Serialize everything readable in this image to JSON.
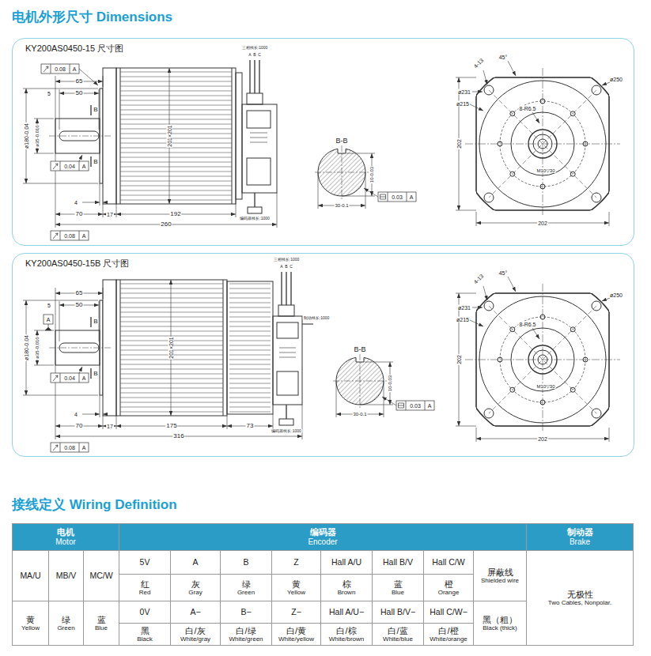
{
  "diagram": {
    "title": "电机外形尺寸 Dimensions",
    "nodes": [
      {
        "text": [
          "KY200AS0450-15 尺寸图"
        ]
      },
      {
        "text": [
          "KY200AS0450-15B 尺寸图"
        ]
      }
    ],
    "labels": [
      "0.08",
      "A",
      "65",
      "5",
      "50",
      "B",
      "ø180-0.04",
      "ø35-0.016",
      "B",
      "0.04",
      "A",
      "201×201",
      "4",
      "70",
      "17",
      "192",
      "260",
      "0.08",
      "A",
      "三相线长:1000",
      "A",
      "B",
      "C",
      "编码器线长:1000",
      "B-B",
      "10-0.03",
      "30-0.1",
      "0.03",
      "A",
      "4-13",
      "45°",
      "ø231",
      "ø250",
      "ø215",
      "8-R6.5",
      "202",
      "M10▽30",
      "202",
      "65",
      "5",
      "50",
      "A",
      "B",
      "ø180-0.04",
      "ø35-0.016",
      "B",
      "0.04",
      "A",
      "201×201",
      "4",
      "70",
      "17",
      "175",
      "73",
      "316",
      "0.08",
      "A",
      "三相线长:1000",
      "A",
      "B",
      "C",
      "制动线长:1000",
      "编码器线长:1000",
      "B-B",
      "10-0.03",
      "30-0.1",
      "0.03",
      "A",
      "4-13",
      "45°",
      "ø231",
      "ø250",
      "ø215",
      "8-R6.5",
      "202",
      "M10▽30",
      "202",
      "接线定义 Wiring Definition",
      "电机",
      "Motor",
      "编码器",
      "Encoder",
      "制动器",
      "Brake",
      "MA/U",
      "MB/V",
      "MC/W",
      "5V",
      "A",
      "B",
      "Z",
      "Hall A/U",
      "Hall B/V",
      "Hall C/W",
      "屏蔽线",
      "Shielded wire",
      "无极性",
      "Two Cables, Nonpolar.",
      "红",
      "Red",
      "灰",
      "Gray",
      "绿",
      "Green",
      "黄",
      "Yellow",
      "棕",
      "Brown",
      "蓝",
      "Blue",
      "橙",
      "Orange",
      "黄",
      "Yellow",
      "绿",
      "Green",
      "蓝",
      "Blue",
      "0V",
      "A−",
      "B−",
      "Z−",
      "Hall A/U−",
      "Hall B/V−",
      "Hall C/W−",
      "黑（粗）",
      "Black (thick)",
      "黑",
      "Black",
      "白/灰",
      "White/gray",
      "白/绿",
      "White/green",
      "白/黄",
      "White/yellow",
      "白/棕",
      "White/brown",
      "白/蓝",
      "White/blue",
      "白/橙",
      "White/orange"
    ]
  }
}
